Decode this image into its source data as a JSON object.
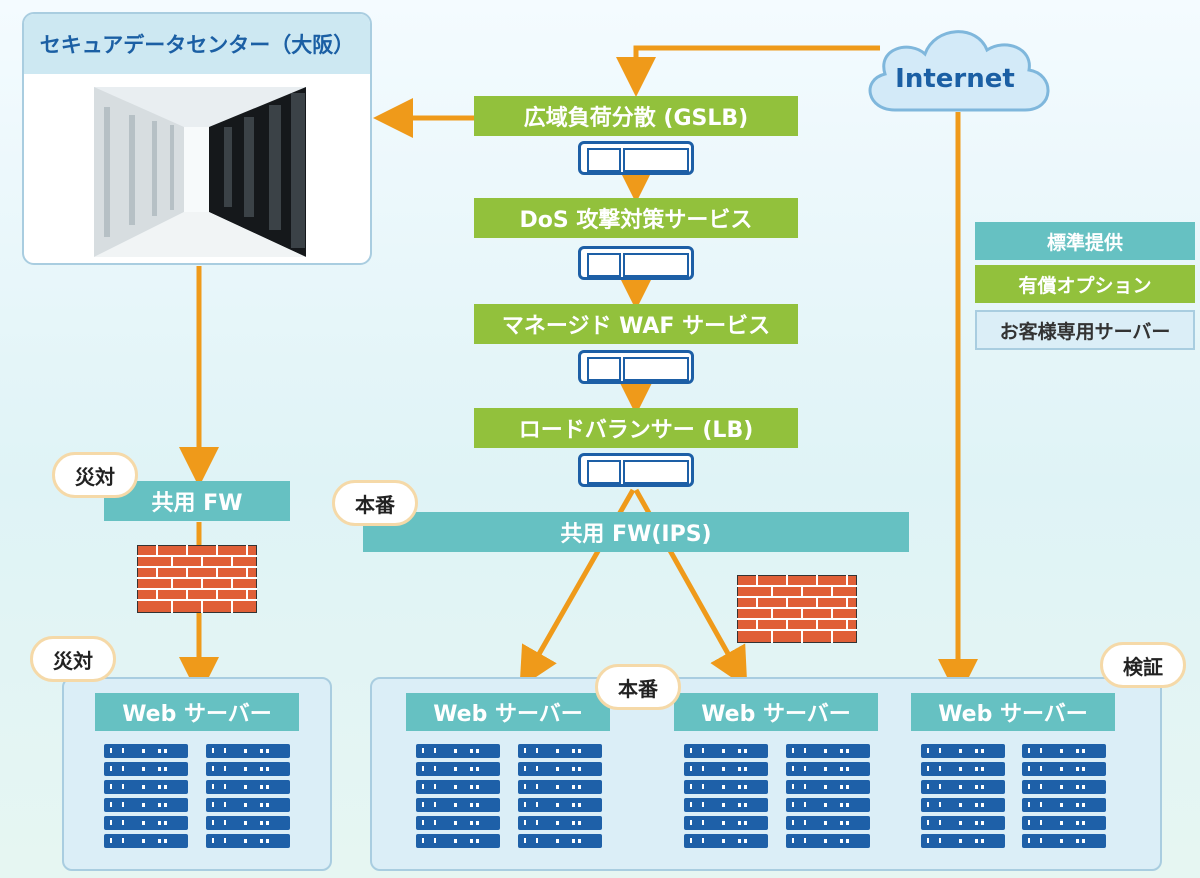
{
  "datacenter": {
    "title": "セキュアデータセンター（大阪）"
  },
  "internet": {
    "label": "Internet"
  },
  "services": {
    "gslb": "広域負荷分散 (GSLB)",
    "dos": "DoS 攻撃対策サービス",
    "waf": "マネージド WAF サービス",
    "lb": "ロードバランサー (LB)"
  },
  "firewalls": {
    "dr": "共用 FW",
    "prod": "共用 FW(IPS)"
  },
  "tags": {
    "dr_fw": "災対",
    "prod_fw": "本番",
    "dr_servers": "災対",
    "prod_servers": "本番",
    "test_servers": "検証"
  },
  "server_groups": {
    "dr": "Web サーバー",
    "prod1": "Web サーバー",
    "prod2": "Web サーバー",
    "test": "Web サーバー"
  },
  "legend": {
    "standard": "標準提供",
    "paid_option": "有償オプション",
    "dedicated": "お客様専用サーバー"
  },
  "colors": {
    "standard": "#66c1c2",
    "paid_option": "#92c13c",
    "dedicated": "#dbeef7",
    "arrow": "#ef9a1a",
    "server": "#1e60a8"
  }
}
